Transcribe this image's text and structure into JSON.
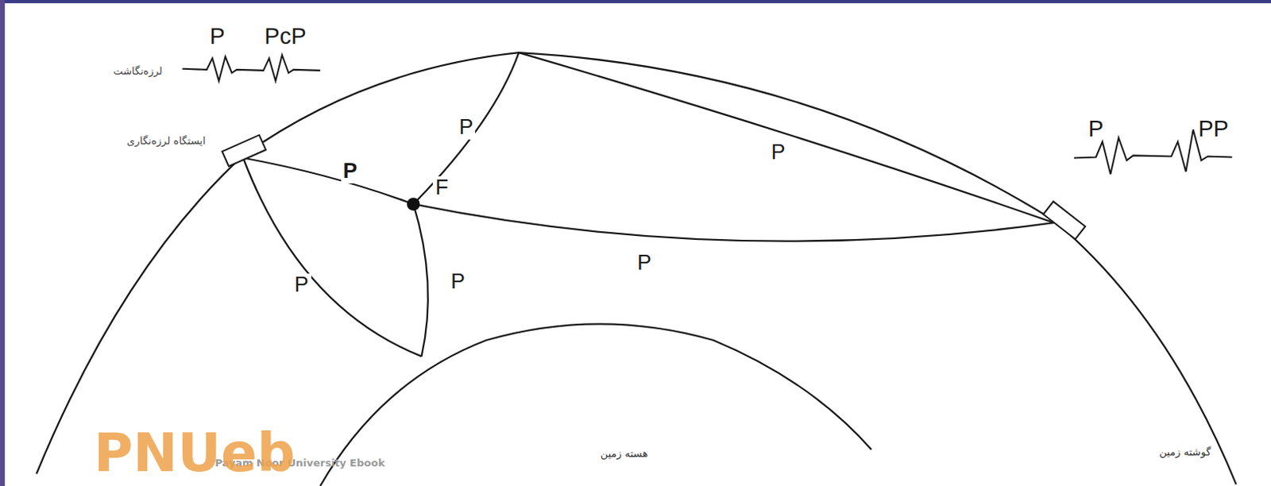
{
  "diagram": {
    "labels": [
      "P",
      "PcP",
      "لرزه‌نگاشت",
      "ایستگاه لرزه‌نگاری",
      "P",
      "P",
      "F",
      "P",
      "P",
      "PP",
      "P",
      "P",
      "P",
      "هسته زمین",
      "گوشته زمین",
      "Payam Noor University Ebook",
      "PNUeb"
    ]
  }
}
